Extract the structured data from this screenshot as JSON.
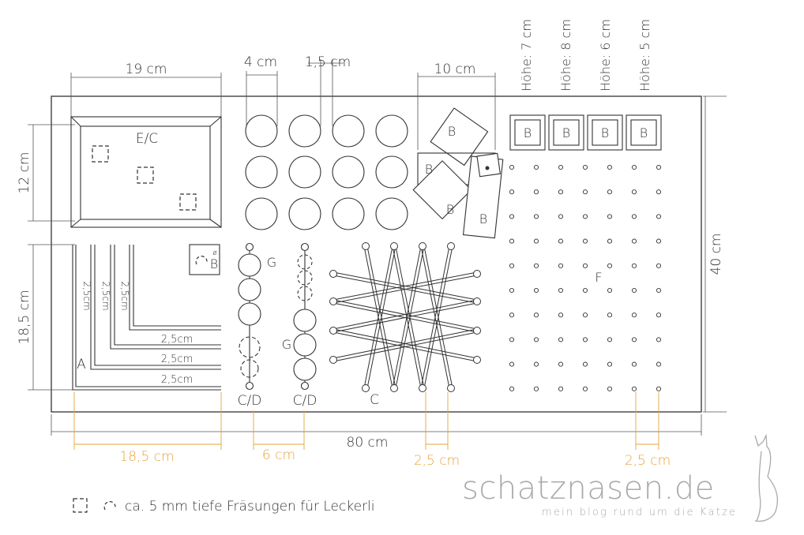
{
  "board": {
    "total_width": "80 cm",
    "total_height": "40 cm"
  },
  "section_ec": {
    "label": "E/C",
    "width": "19 cm",
    "height": "12 cm"
  },
  "section_a": {
    "label": "A",
    "height": "18,5 cm",
    "width": "18,5 cm",
    "rail_spacing": "2,5cm"
  },
  "holes": {
    "diameter": "4 cm",
    "spacing": "1,5 cm"
  },
  "rods": {
    "label_g": "G",
    "label_cd": "C/D",
    "spacing": "6 cm"
  },
  "strings": {
    "label": "C",
    "spacing": "2,5 cm"
  },
  "blocks": {
    "label": "B",
    "width": "10 cm",
    "heights": [
      "Höhe: 7 cm",
      "Höhe: 8 cm",
      "Höhe: 6 cm",
      "Höhe: 5 cm"
    ]
  },
  "peg_field": {
    "label": "F",
    "spacing": "2,5 cm"
  },
  "legend": {
    "text": "ca. 5 mm tiefe Fräsungen für Leckerli"
  },
  "brand": {
    "name": "schatznasen.de",
    "tagline": "mein blog rund um die Katze"
  },
  "colors": {
    "line": "#333333",
    "dimension_line": "#555555",
    "accent_orange": "#e8a33a",
    "brand_gray": "#aaaaaa"
  }
}
